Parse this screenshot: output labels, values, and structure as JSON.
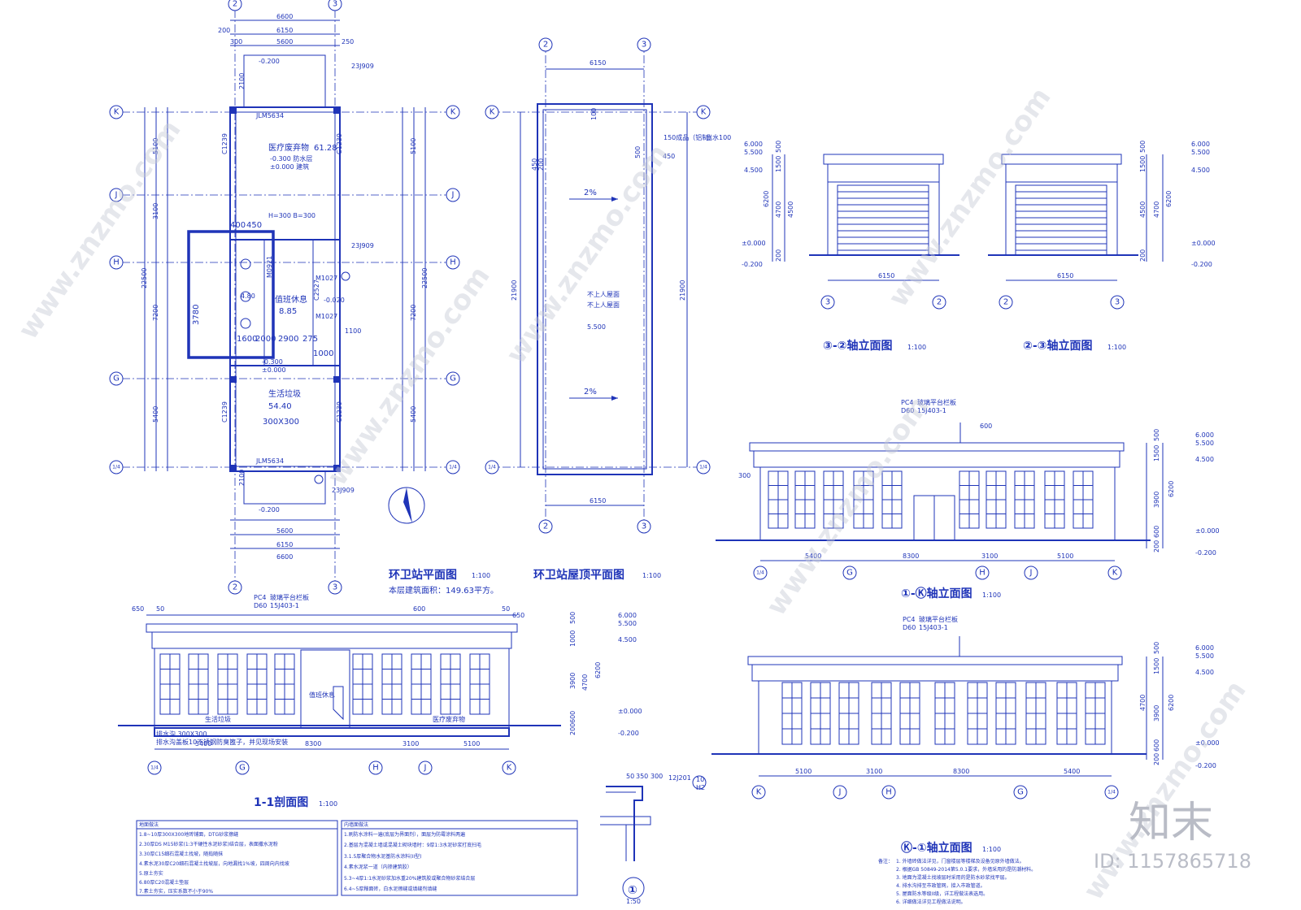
{
  "plan": {
    "title": "环卫站平面图",
    "scale": "1:100",
    "area_note": "本层建筑面积：149.63平方。",
    "rooms": [
      {
        "name": "医疗废弃物",
        "area": "61.28",
        "level1": "-0.300 防水层",
        "level2": "±0.000 建筑"
      },
      {
        "name": "值班休息",
        "area": "8.85"
      },
      {
        "name": "生活垃圾",
        "area": "54.40",
        "trench": "300X300"
      }
    ],
    "dims_top": [
      "6600",
      "6150",
      "5600",
      "200",
      "250",
      "300"
    ],
    "dims_left": [
      "22500",
      "5100",
      "3100",
      "7200",
      "5400"
    ],
    "labels": [
      "JLM5634",
      "H=300 B=300",
      "23J909",
      "M1027",
      "M0921",
      "C2527",
      "1600",
      "2000",
      "2900",
      "275",
      "1000",
      "4.80",
      "3780",
      "-0.200",
      "-0.020",
      "-0.300",
      "±0.000",
      "1100",
      "2100",
      "C1239",
      "450",
      "400"
    ]
  },
  "roof": {
    "title": "环卫站屋顶平面图",
    "scale": "1:100",
    "dim_width": "6150",
    "dim_height": "21900",
    "slope": "2%",
    "note1": "不上人屋面",
    "note2": "不上人屋面",
    "elev": "5.500",
    "gutter": "150成品（铝制）",
    "downpipe": "出水100",
    "small": [
      "450",
      "200",
      "100",
      "500",
      "450"
    ]
  },
  "elev_3_2": {
    "title": "③-②轴立面图",
    "scale": "1:100",
    "width": "6150",
    "levels": [
      "6.000",
      "5.500",
      "4.500",
      "±0.000",
      "-0.200"
    ],
    "dims": [
      "500",
      "1500",
      "6200",
      "4700",
      "4500",
      "200"
    ]
  },
  "elev_2_3": {
    "title": "②-③轴立面图",
    "scale": "1:100",
    "width": "6150",
    "levels": [
      "6.000",
      "5.500",
      "4.500",
      "±0.000",
      "-0.200"
    ],
    "dims": [
      "500",
      "1500",
      "6200",
      "4700",
      "4500",
      "200"
    ]
  },
  "elev_1k": {
    "title": "①-Ⓚ轴立面图",
    "scale": "1:100",
    "dims": [
      "5400",
      "8300",
      "3100",
      "5100"
    ],
    "callout": [
      "PC4",
      "D60",
      "15J403-1",
      "玻璃平台栏板",
      "600",
      "300"
    ],
    "levels": [
      "6.000",
      "5.500",
      "4.500",
      "±0.000",
      "-0.200"
    ],
    "vdims": [
      "500",
      "1500",
      "3900",
      "6200",
      "600",
      "200"
    ]
  },
  "elev_k1": {
    "title": "Ⓚ-①轴立面图",
    "scale": "1:100",
    "dims": [
      "5100",
      "3100",
      "8300",
      "5400"
    ],
    "callout": [
      "PC4",
      "D60",
      "15J403-1",
      "玻璃平台栏板"
    ],
    "levels": [
      "6.000",
      "5.500",
      "4.500",
      "±0.000",
      "-0.200"
    ],
    "vdims": [
      "500",
      "1500",
      "3900",
      "6200",
      "4700",
      "600",
      "200"
    ]
  },
  "section": {
    "title": "1-1剖面图",
    "scale": "1:100",
    "dims": [
      "5400",
      "8300",
      "3100",
      "5100"
    ],
    "top": [
      "650",
      "50",
      "600",
      "50",
      "650"
    ],
    "callout": [
      "PC4",
      "D60",
      "15J403-1",
      "玻璃平台栏板"
    ],
    "levels": [
      "6.000",
      "5.500",
      "4.500",
      "±0.000",
      "-0.200"
    ],
    "vdims": [
      "500",
      "1000",
      "3900",
      "4700",
      "6200",
      "200",
      "600"
    ],
    "rooms": [
      "值班休息",
      "生活垃圾",
      "医疗废弃物"
    ],
    "trench": "排水沟 300X300",
    "trench_note": "排水沟盖板10不锈钢防臭篦子，并见现场安装"
  },
  "detail": {
    "label": "①",
    "scale": "1:50",
    "ref": "12J201",
    "ref_num": "10",
    "ref_sheet": "H2",
    "dims": [
      "50",
      "350",
      "300"
    ]
  },
  "axes": {
    "ids": [
      "K",
      "J",
      "H",
      "G",
      "1/4",
      "2",
      "3"
    ]
  },
  "table1": {
    "title": "地面做法",
    "rows": [
      "1.8~10厚300X300地砖铺面，DTG砂浆擦缝",
      "2.30厚DS M15砂浆(1:3干硬性水泥砂浆)结合层，表面撒水泥粉",
      "3.30厚C15细石混凝土找坡，随捣随抹",
      "4.素水泥30厚C20细石混凝土找坡层，向地漏找1%坡，四周向内找坡",
      "5.原土夯实",
      "6.80厚C20混凝土垫层",
      "7.素土夯实，压实系数不小于90%"
    ]
  },
  "table2": {
    "title": "内墙面做法",
    "rows": [
      "1.刷防水涂料一遍(底层为界面剂），面层为防霉涂料两遍",
      "2.基层为混凝土墙或混凝土砌块墙时：9厚1:3水泥砂浆打底扫毛",
      "3.1.5厚聚合物水泥基防水涂料(II型)",
      "4.素水泥浆一道（内掺建筑胶）",
      "5.3~4厚1:1水泥砂浆加水重20%建筑胶或聚合物砂浆结合层",
      "6.4~5厚釉面砖，白水泥擦缝或填缝剂填缝"
    ]
  },
  "notes": {
    "title": "备注：",
    "lines": [
      "1. 外墙砖做法详见，门窗楼层等楼梯及设备见原外墙做法。",
      "2. 根据GB 50849-2014第5.0.1要求，外墙采用的是防潮材料。",
      "3. 地面为混凝土找坡层时采用的是防水砂浆找平层。",
      "4. 排水沟排至市政管网，接入市政管道。",
      "5. 屋面防水等级II级，详工程做法表选用。",
      "6. 详细做法详见工程做法说明。"
    ]
  },
  "watermark": {
    "text": "www.znzmo.com",
    "brand_cn": "知末",
    "id_label": "ID: 1157865718"
  }
}
